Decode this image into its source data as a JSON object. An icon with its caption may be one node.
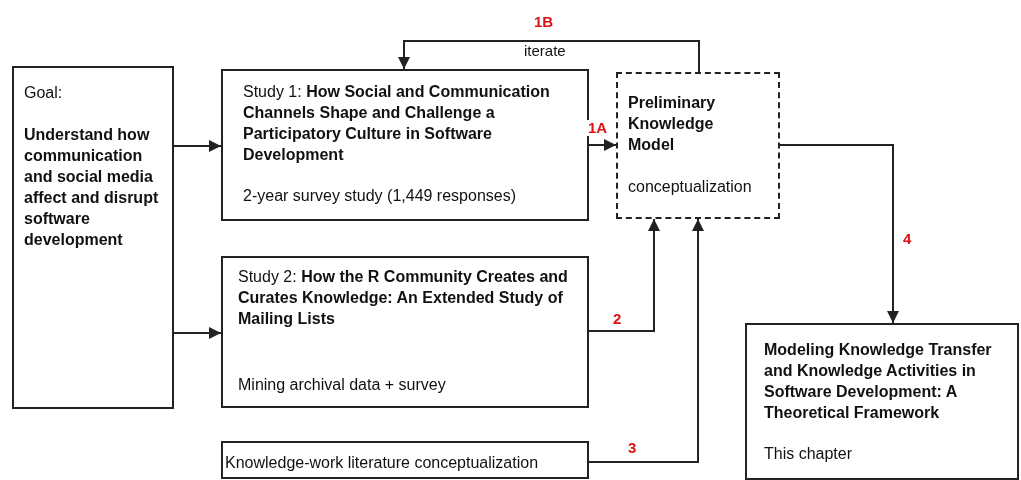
{
  "diagram": {
    "nodes": [
      {
        "text": [
          "Goal:",
          "Understand how communication and social media affect and disrupt software development"
        ]
      },
      {
        "text": [
          "Study 1: **How Social and Communication Channels Shape and Challenge a Participatory Culture in Software Development**",
          "2-year survey study (1,449 responses)"
        ]
      },
      {
        "text": [
          "Preliminary Knowledge Model",
          "conceptualization"
        ]
      },
      {
        "text": [
          "Study 2: **How the R Community Creates and Curates Knowledge: An Extended Study of Mailing Lists**",
          "Mining archival data + survey"
        ]
      },
      {
        "text": [
          "Knowledge-work literature conceptualization"
        ]
      },
      {
        "text": [
          "Modeling Knowledge Transfer and Knowledge Activities in Software Development: A Theoretical Framework",
          "This chapter"
        ]
      }
    ],
    "edges": [
      {
        "from": 0,
        "to": 1,
        "arrow": "to"
      },
      {
        "from": 0,
        "to": 3,
        "arrow": "to"
      },
      {
        "from": 1,
        "to": 2,
        "arrow": "to",
        "label": "1A"
      },
      {
        "from": 2,
        "to": 1,
        "arrow": "to",
        "label": "1B"
      },
      {
        "from": 3,
        "to": 2,
        "arrow": "to",
        "label": "2"
      },
      {
        "from": 4,
        "to": 2,
        "arrow": "to",
        "label": "3"
      },
      {
        "from": 2,
        "to": 5,
        "arrow": "to",
        "label": "4"
      }
    ],
    "labels": [
      "iterate"
    ]
  }
}
